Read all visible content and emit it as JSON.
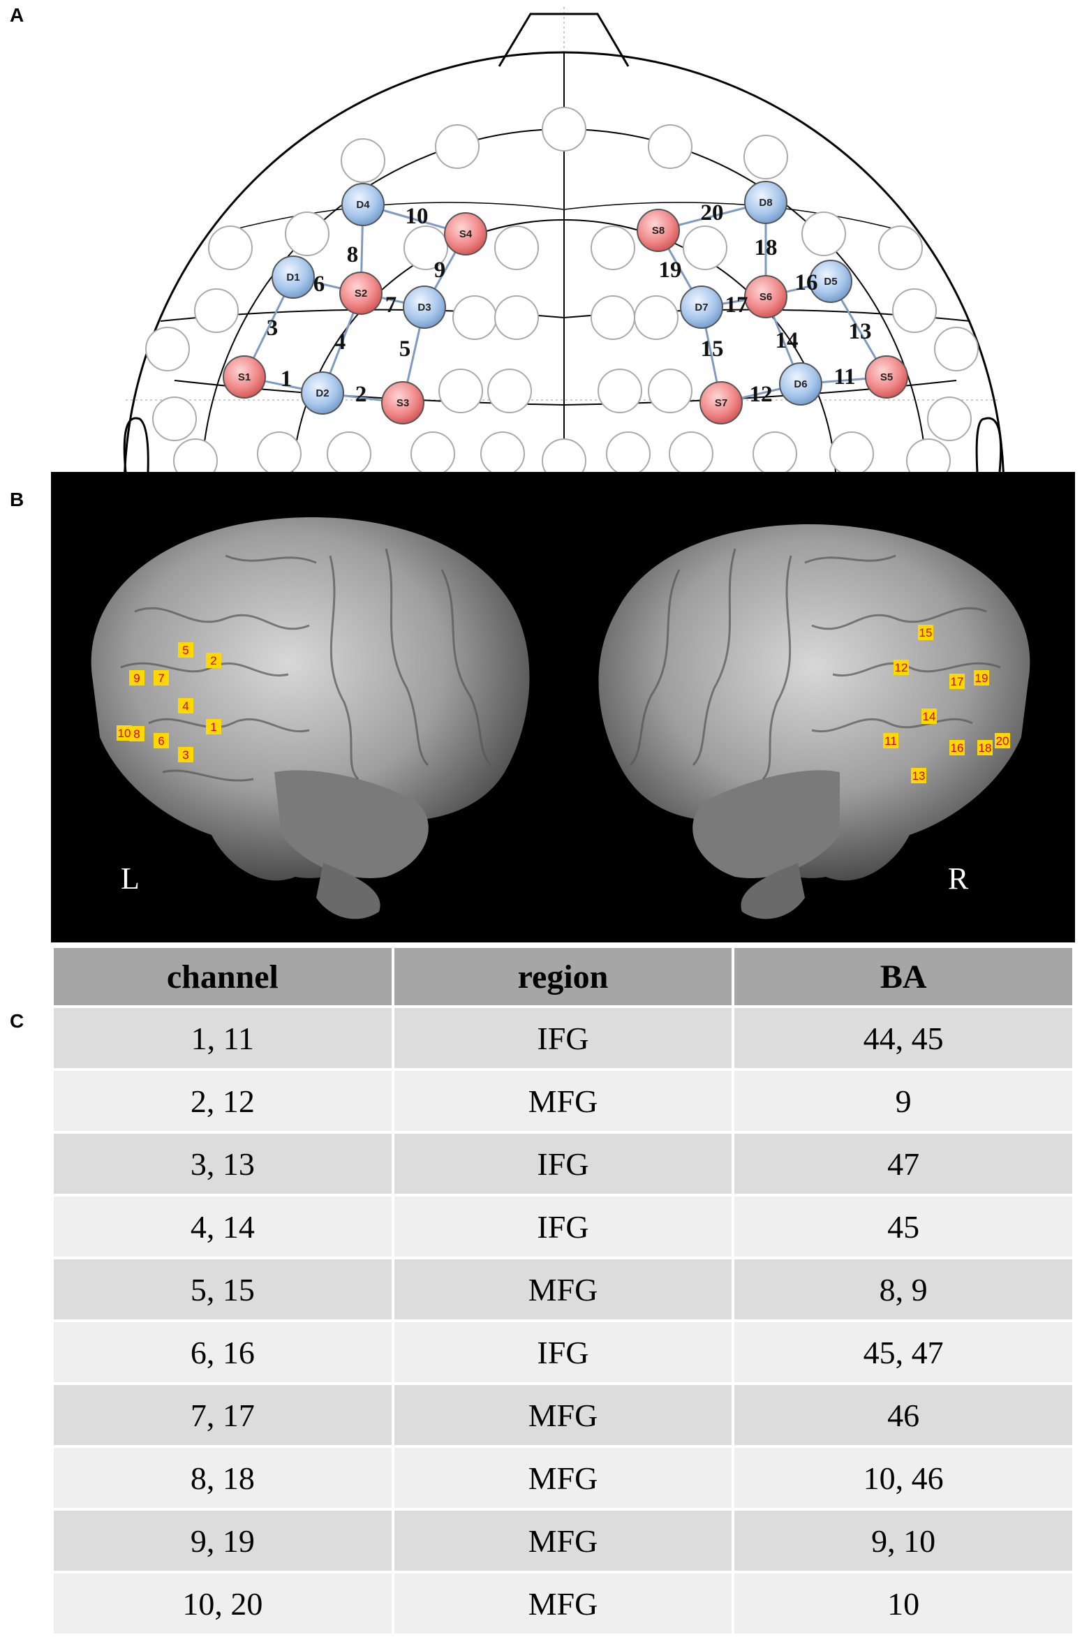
{
  "panels": {
    "a": "A",
    "b": "B",
    "c": "C"
  },
  "montage": {
    "colors": {
      "source": "#f08a8a",
      "detector": "#a9c8ec",
      "empty": "#ffffff",
      "link": "#7f9ac0"
    },
    "optodes": [
      {
        "id": "S1",
        "type": "source"
      },
      {
        "id": "S2",
        "type": "source"
      },
      {
        "id": "S3",
        "type": "source"
      },
      {
        "id": "S4",
        "type": "source"
      },
      {
        "id": "S5",
        "type": "source"
      },
      {
        "id": "S6",
        "type": "source"
      },
      {
        "id": "S7",
        "type": "source"
      },
      {
        "id": "S8",
        "type": "source"
      },
      {
        "id": "D1",
        "type": "detector"
      },
      {
        "id": "D2",
        "type": "detector"
      },
      {
        "id": "D3",
        "type": "detector"
      },
      {
        "id": "D4",
        "type": "detector"
      },
      {
        "id": "D5",
        "type": "detector"
      },
      {
        "id": "D6",
        "type": "detector"
      },
      {
        "id": "D7",
        "type": "detector"
      },
      {
        "id": "D8",
        "type": "detector"
      }
    ],
    "channels": [
      {
        "n": "1",
        "from": "S1",
        "to": "D2"
      },
      {
        "n": "2",
        "from": "D2",
        "to": "S3"
      },
      {
        "n": "3",
        "from": "S1",
        "to": "D1"
      },
      {
        "n": "4",
        "from": "S2",
        "to": "D2"
      },
      {
        "n": "5",
        "from": "D3",
        "to": "S3"
      },
      {
        "n": "6",
        "from": "D1",
        "to": "S2"
      },
      {
        "n": "7",
        "from": "S2",
        "to": "D3"
      },
      {
        "n": "8",
        "from": "D4",
        "to": "S2"
      },
      {
        "n": "9",
        "from": "S4",
        "to": "D3"
      },
      {
        "n": "10",
        "from": "D4",
        "to": "S4"
      },
      {
        "n": "11",
        "from": "D6",
        "to": "S5"
      },
      {
        "n": "12",
        "from": "S7",
        "to": "D6"
      },
      {
        "n": "13",
        "from": "D5",
        "to": "S5"
      },
      {
        "n": "14",
        "from": "S6",
        "to": "D6"
      },
      {
        "n": "15",
        "from": "D7",
        "to": "S7"
      },
      {
        "n": "16",
        "from": "S6",
        "to": "D5"
      },
      {
        "n": "17",
        "from": "D7",
        "to": "S6"
      },
      {
        "n": "18",
        "from": "D8",
        "to": "S6"
      },
      {
        "n": "19",
        "from": "S8",
        "to": "D7"
      },
      {
        "n": "20",
        "from": "S8",
        "to": "D8"
      }
    ]
  },
  "brains": {
    "left_label": "L",
    "right_label": "R",
    "left_channels": [
      "1",
      "2",
      "3",
      "4",
      "5",
      "6",
      "7",
      "8",
      "9",
      "10"
    ],
    "right_channels": [
      "11",
      "12",
      "13",
      "14",
      "15",
      "16",
      "17",
      "18",
      "19",
      "20"
    ],
    "marker_color": "#ffd800"
  },
  "table": {
    "headers": [
      "channel",
      "region",
      "BA"
    ],
    "rows": [
      [
        "1, 11",
        "IFG",
        "44, 45"
      ],
      [
        "2, 12",
        "MFG",
        "9"
      ],
      [
        "3, 13",
        "IFG",
        "47"
      ],
      [
        "4, 14",
        "IFG",
        "45"
      ],
      [
        "5, 15",
        "MFG",
        "8, 9"
      ],
      [
        "6, 16",
        "IFG",
        "45, 47"
      ],
      [
        "7, 17",
        "MFG",
        "46"
      ],
      [
        "8, 18",
        "MFG",
        "10, 46"
      ],
      [
        "9, 19",
        "MFG",
        "9, 10"
      ],
      [
        "10, 20",
        "MFG",
        "10"
      ]
    ]
  }
}
